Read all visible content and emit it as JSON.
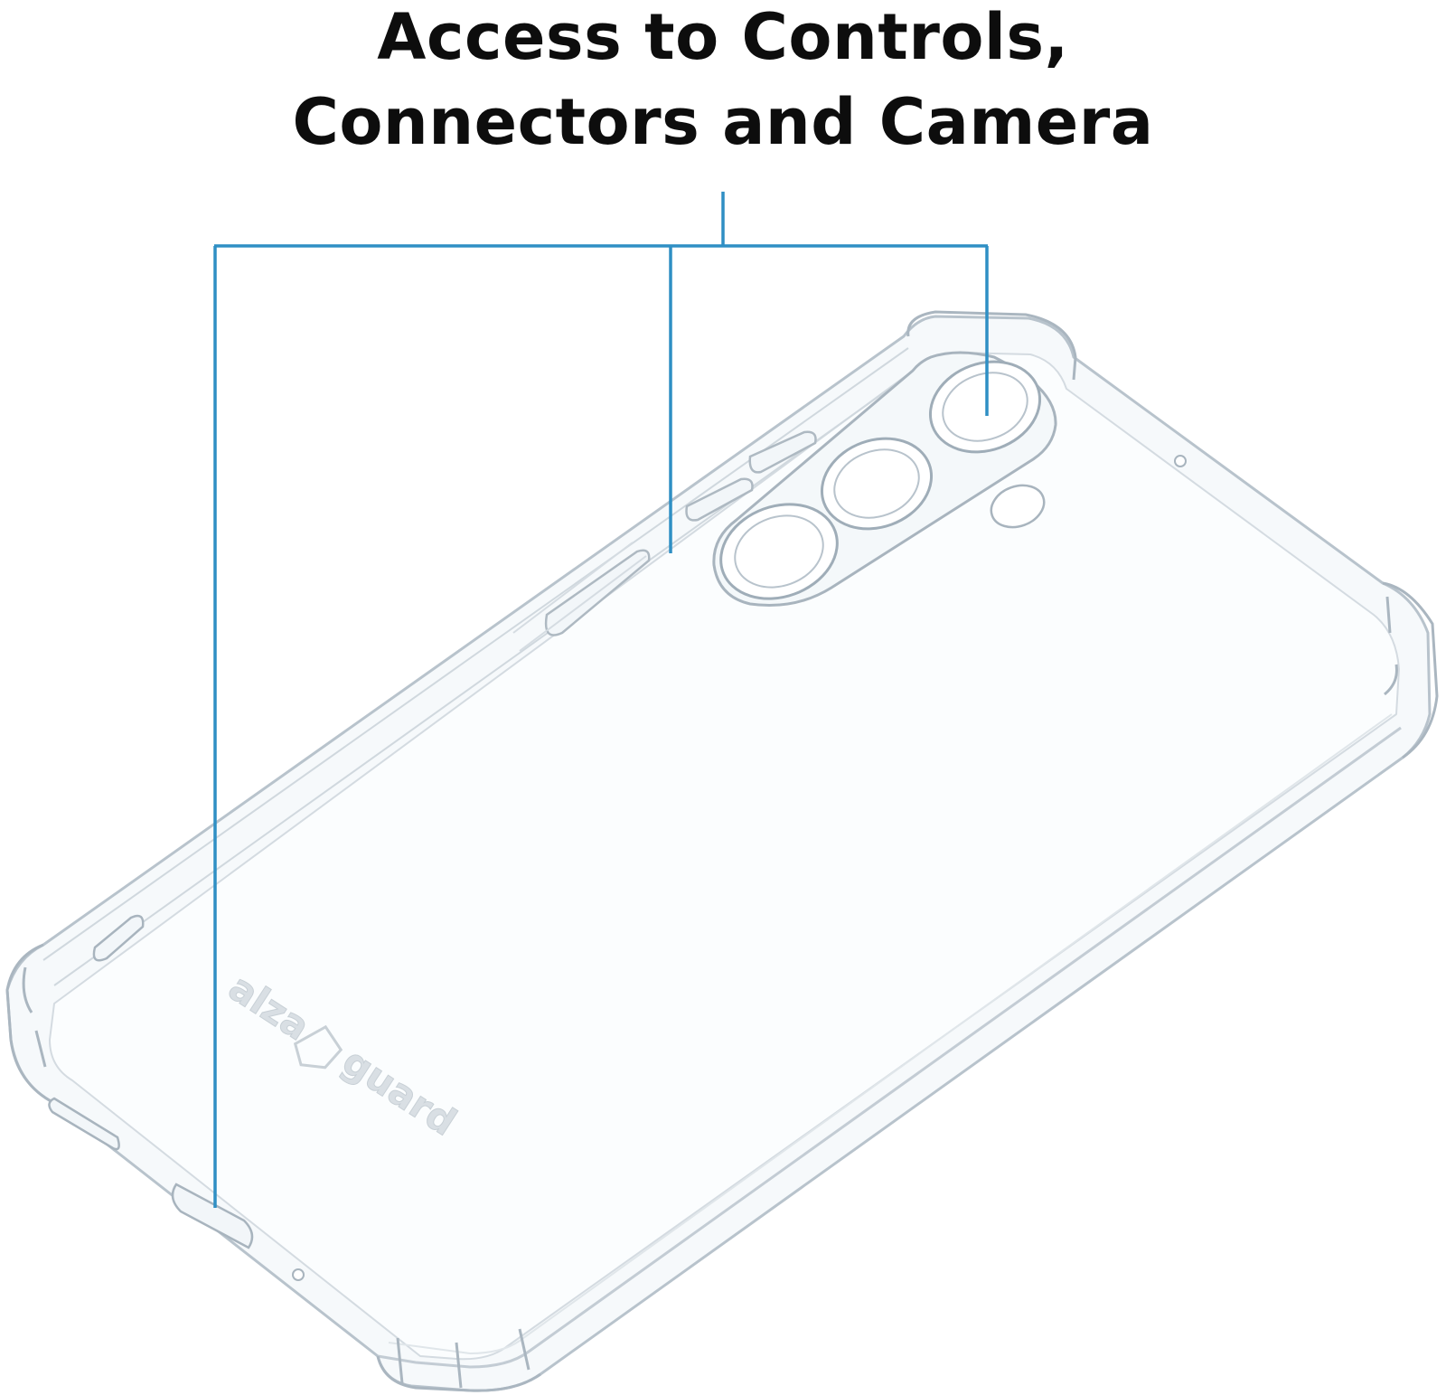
{
  "headline": {
    "line1": "Access to Controls,",
    "line2": "Connectors and Camera"
  },
  "brand_logo": {
    "part1": "alza",
    "part2": "guard",
    "icon": "alza-shield-icon"
  },
  "colors": {
    "callout_line": "#2f8fc4",
    "case_edge": "#b8c3cc",
    "case_fill": "#f6f9fb",
    "headline_text": "#0d0d0d",
    "embossed_logo": "#d9dfe4"
  },
  "callouts": {
    "targets": [
      "side-buttons",
      "bottom-port",
      "camera-cutout"
    ]
  }
}
